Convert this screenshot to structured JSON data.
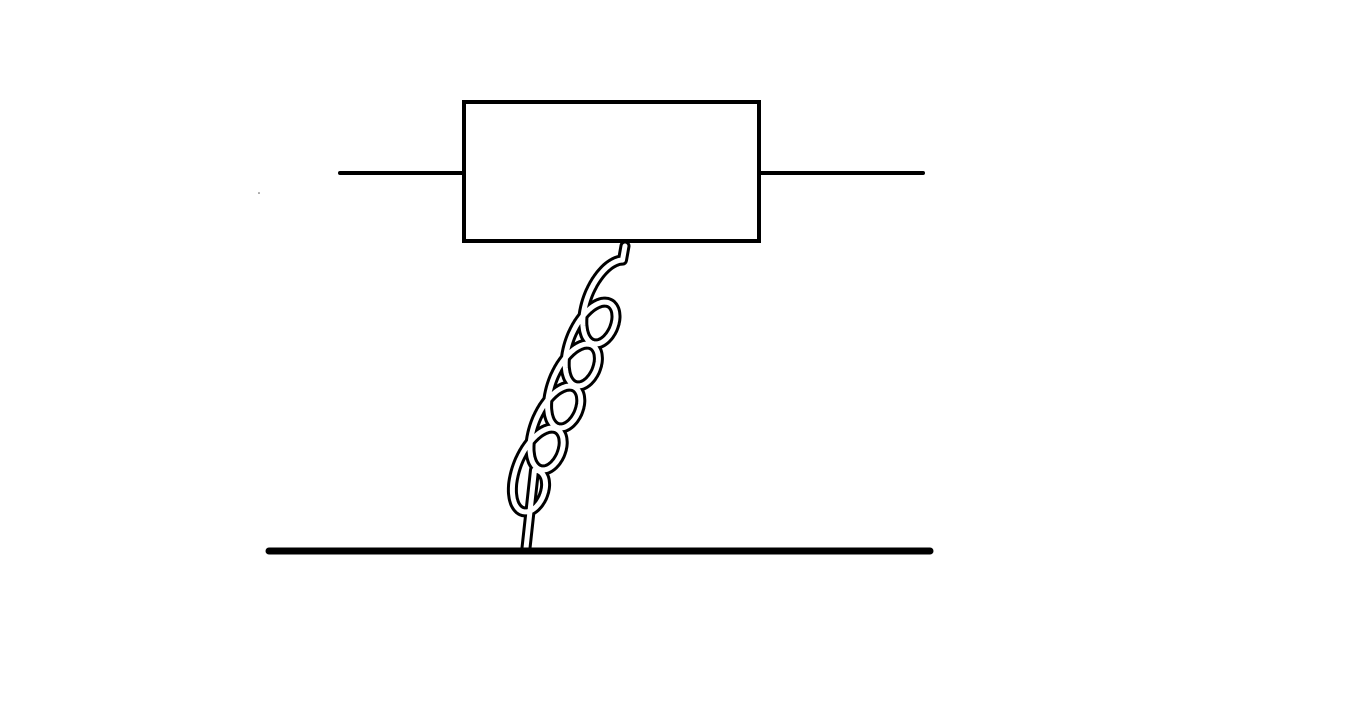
{
  "diagram": {
    "background_color": "#ffffff",
    "stroke_color": "#000000",
    "components": {
      "block": "rectangular-block",
      "rod": "horizontal-guide-rod",
      "spring": "coil-spring",
      "ground": "ground-line"
    },
    "spring": {
      "turns": 5
    }
  }
}
